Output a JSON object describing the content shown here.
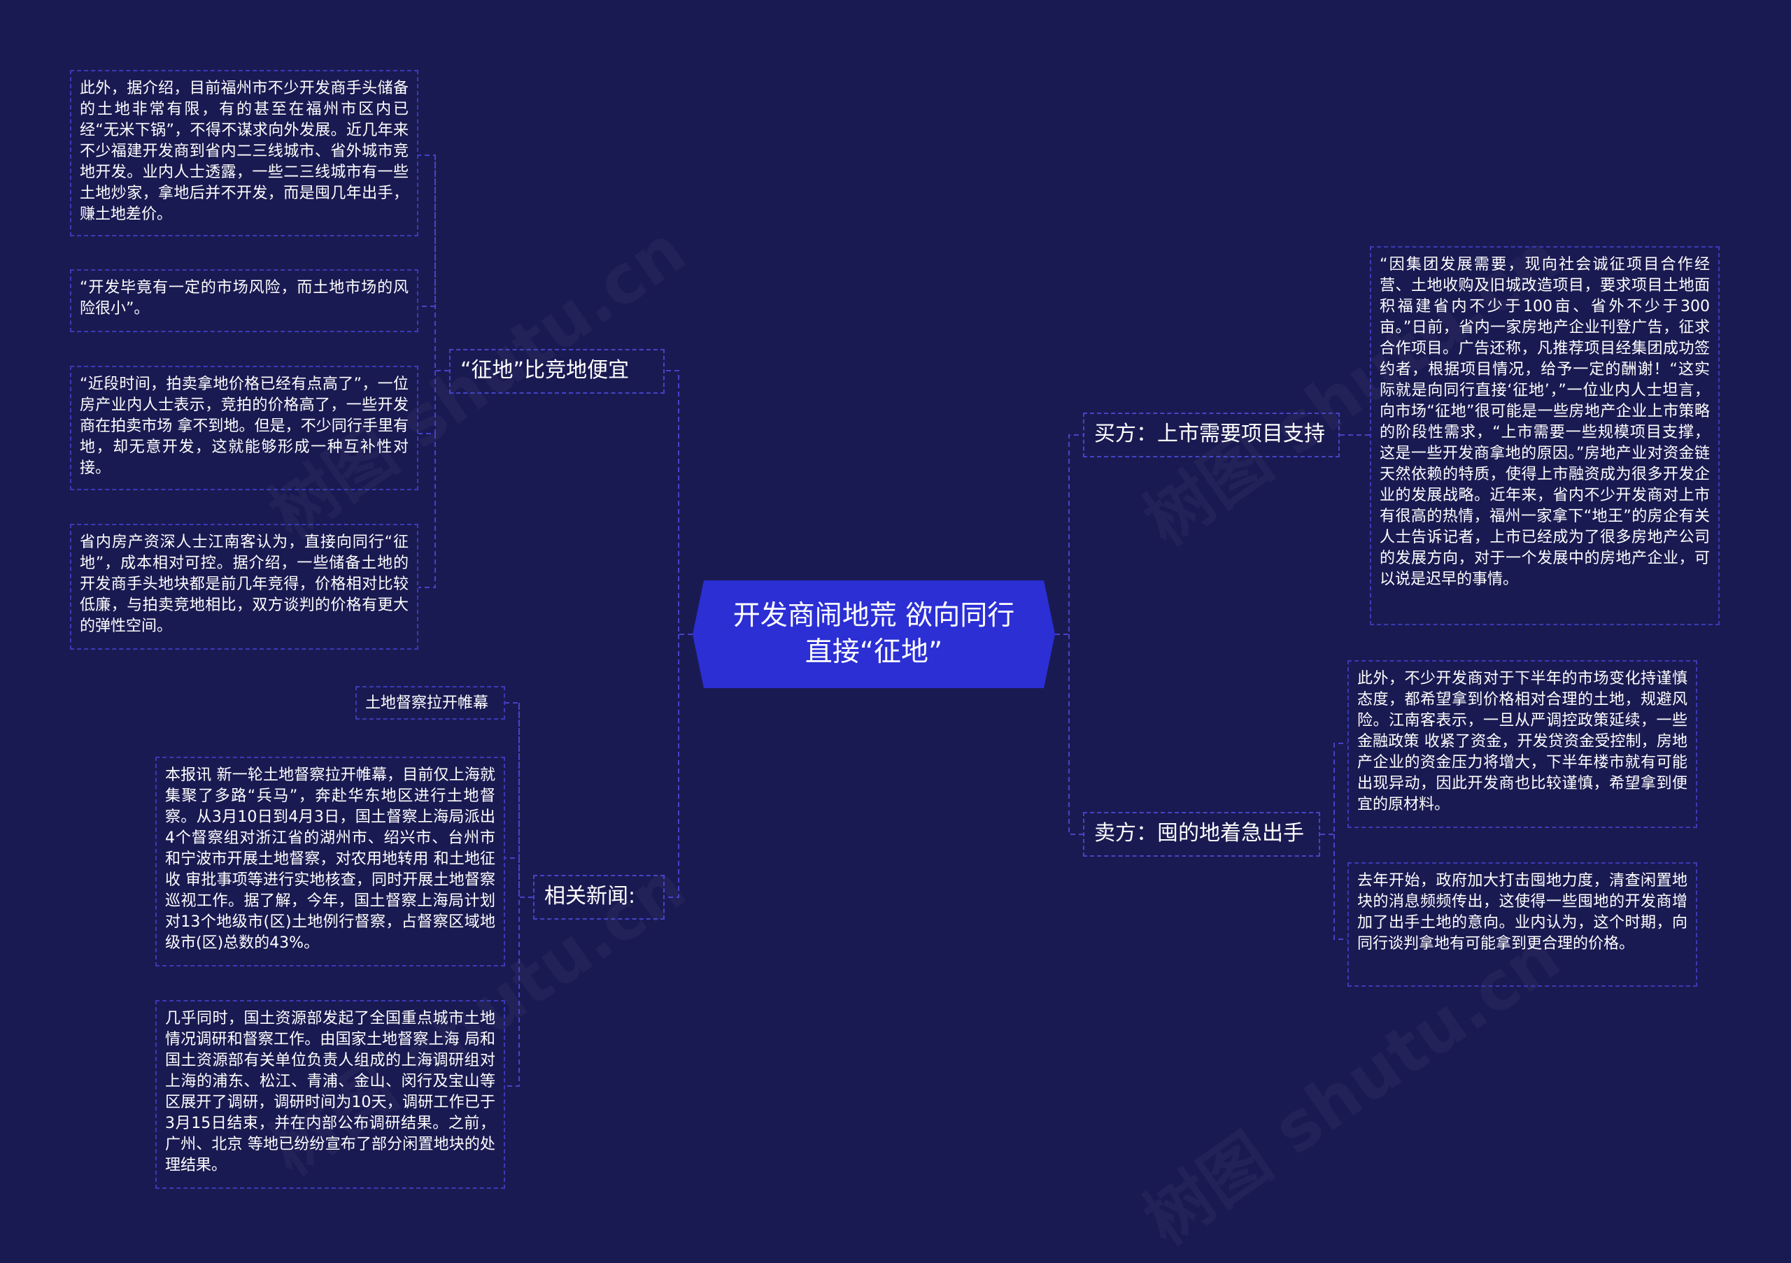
{
  "central": {
    "title": "开发商闹地荒 欲向同行直接“征地”"
  },
  "branches": {
    "left_top": {
      "label": "“征地”比竞地便宜",
      "leaves": [
        "此外，据介绍，目前福州市不少开发商手头储备的土地非常有限，有的甚至在福州市区内已经“无米下锅”，不得不谋求向外发展。近几年来不少福建开发商到省内二三线城市、省外城市竞地开发。业内人士透露，一些二三线城市有一些土地炒家，拿地后并不开发，而是囤几年出手，赚土地差价。",
        "“开发毕竟有一定的市场风险，而土地市场的风险很小”。",
        "“近段时间，拍卖拿地价格已经有点高了”，一位房产业内人士表示，竞拍的价格高了，一些开发商在拍卖市场 拿不到地。但是，不少同行手里有地，却无意开发，这就能够形成一种互补性对接。",
        "省内房产资深人士江南客认为，直接向同行“征地”，成本相对可控。据介绍，一些储备土地的开发商手头地块都是前几年竞得，价格相对比较低廉，与拍卖竞地相比，双方谈判的价格有更大的弹性空间。"
      ]
    },
    "left_bottom": {
      "label": "相关新闻:",
      "leaves": [
        "土地督察拉开帷幕",
        "本报讯 新一轮土地督察拉开帷幕，目前仅上海就集聚了多路“兵马”，奔赴华东地区进行土地督察。从3月10日到4月3日，国土督察上海局派出4个督察组对浙江省的湖州市、绍兴市、台州市和宁波市开展土地督察，对农用地转用 和土地征收 审批事项等进行实地核查，同时开展土地督察巡视工作。据了解，今年，国土督察上海局计划对13个地级市(区)土地例行督察，占督察区域地级市(区)总数的43%。",
        "几乎同时，国土资源部发起了全国重点城市土地情况调研和督察工作。由国家土地督察上海 局和国土资源部有关单位负责人组成的上海调研组对上海的浦东、松江、青浦、金山、闵行及宝山等区展开了调研，调研时间为10天，调研工作已于3月15日结束，并在内部公布调研结果。之前，广州、北京 等地已纷纷宣布了部分闲置地块的处理结果。"
      ]
    },
    "right_top": {
      "label": "买方：上市需要项目支持",
      "leaves": [
        "“因集团发展需要，现向社会诚征项目合作经营、土地收购及旧城改造项目，要求项目土地面积福建省内不少于100亩、省外不少于300亩。”日前，省内一家房地产企业刊登广告，征求合作项目。广告还称，凡推荐项目经集团成功签约者，根据项目情况，给予一定的酬谢！“这实际就是向同行直接‘征地’，”一位业内人士坦言，向市场“征地”很可能是一些房地产企业上市策略的阶段性需求，“上市需要一些规模项目支撑，这是一些开发商拿地的原因。”房地产业对资金链 天然依赖的特质，使得上市融资成为很多开发企业的发展战略。近年来，省内不少开发商对上市有很高的热情，福州一家拿下“地王”的房企有关人士告诉记者，上市已经成为了很多房地产公司的发展方向，对于一个发展中的房地产企业，可以说是迟早的事情。"
      ]
    },
    "right_bottom": {
      "label": "卖方：囤的地着急出手",
      "leaves": [
        "此外，不少开发商对于下半年的市场变化持谨慎态度，都希望拿到价格相对合理的土地，规避风险。江南客表示，一旦从严调控政策延续，一些金融政策 收紧了资金，开发贷资金受控制，房地产企业的资金压力将增大，下半年楼市就有可能出现异动，因此开发商也比较谨慎，希望拿到便宜的原材料。",
        "去年开始，政府加大打击囤地力度，清查闲置地块的消息频频传出，这使得一些囤地的开发商增加了出手土地的意向。业内认为，这个时期，向同行谈判拿地有可能拿到更合理的价格。"
      ]
    }
  },
  "watermark": {
    "text": "树图 shutu.cn"
  },
  "colors": {
    "background": "#1a1a52",
    "central": "#2b2fd4",
    "border": "#3a3ab8"
  }
}
